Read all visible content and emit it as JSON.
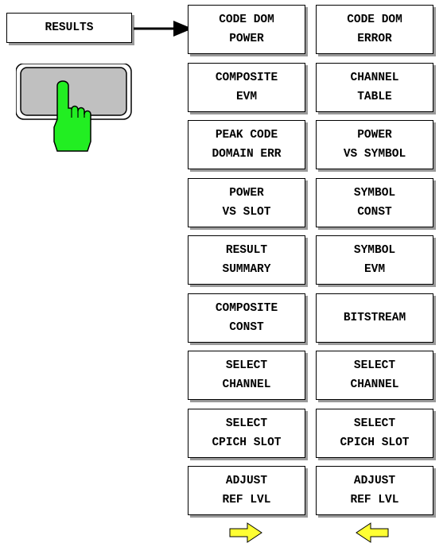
{
  "hardkey": {
    "label": "RESULTS"
  },
  "softkeys_left": [
    {
      "label": "CODE DOM\nPOWER"
    },
    {
      "label": "COMPOSITE\nEVM"
    },
    {
      "label": "PEAK CODE\nDOMAIN ERR"
    },
    {
      "label": "POWER\nVS SLOT"
    },
    {
      "label": "RESULT\nSUMMARY"
    },
    {
      "label": "COMPOSITE\nCONST"
    },
    {
      "label": "SELECT\nCHANNEL"
    },
    {
      "label": "SELECT\nCPICH SLOT"
    },
    {
      "label": "ADJUST\nREF LVL"
    }
  ],
  "softkeys_right": [
    {
      "label": "CODE DOM\nERROR"
    },
    {
      "label": "CHANNEL\nTABLE"
    },
    {
      "label": "POWER\nVS SYMBOL"
    },
    {
      "label": "SYMBOL\nCONST"
    },
    {
      "label": "SYMBOL\nEVM"
    },
    {
      "label": "BITSTREAM"
    },
    {
      "label": "SELECT\nCHANNEL"
    },
    {
      "label": "SELECT\nCPICH SLOT"
    },
    {
      "label": "ADJUST\nREF LVL"
    }
  ],
  "colors": {
    "nav_arrow": "#ffff33",
    "hand": "#22ee22",
    "key_face": "#c0c0c0"
  },
  "icons": {
    "next_menu": "right-arrow-icon",
    "prev_menu": "left-arrow-icon",
    "press": "pointing-hand-icon"
  }
}
